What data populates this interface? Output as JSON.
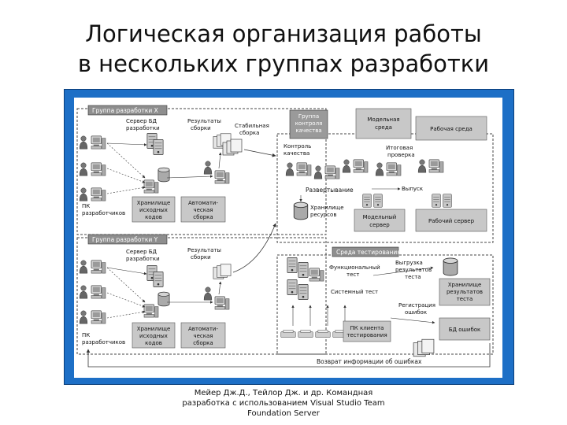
{
  "slide": {
    "title_line1": "Логическая организация работы",
    "title_line2": "в нескольких группах разработки",
    "citation_line1": "Мейер Дж.Д., Тейлор Дж. и др. Командная",
    "citation_line2": "разработка с использованием Visual Studio Team",
    "citation_line3": "Foundation Server"
  },
  "diagram": {
    "group_x": {
      "header": "Группа разработки X",
      "db_server_line1": "Сервер БД",
      "db_server_line2": "разработки",
      "build_results_line1": "Результаты",
      "build_results_line2": "сборки",
      "stable_build_line1": "Стабильная",
      "stable_build_line2": "сборка",
      "source_store_line1": "Хранилище",
      "source_store_line2": "исходных",
      "source_store_line3": "кодов",
      "auto_build_line1": "Автомати-",
      "auto_build_line2": "ческая",
      "auto_build_line3": "сборка",
      "dev_pcs_line1": "ПК",
      "dev_pcs_line2": "разработчиков"
    },
    "group_y": {
      "header": "Группа разработки Y",
      "db_server_line1": "Сервер БД",
      "db_server_line2": "разработки",
      "build_results_line1": "Результаты",
      "build_results_line2": "сборки",
      "source_store_line1": "Хранилище",
      "source_store_line2": "исходных",
      "source_store_line3": "кодов",
      "auto_build_line1": "Автомати-",
      "auto_build_line2": "ческая",
      "auto_build_line3": "сборка",
      "dev_pcs_line1": "ПК",
      "dev_pcs_line2": "разработчиков"
    },
    "qa_group": {
      "header_line1": "Группа",
      "header_line2": "контроля",
      "header_line3": "качества",
      "quality_control_line1": "Контроль",
      "quality_control_line2": "качества",
      "deploy": "Развертывание",
      "resource_store_line1": "Хранилище",
      "resource_store_line2": "ресурсов"
    },
    "env": {
      "model_env_line1": "Модельная",
      "model_env_line2": "среда",
      "work_env": "Рабочая среда",
      "final_check_line1": "Итоговая",
      "final_check_line2": "проверка",
      "release": "Выпуск",
      "model_server_line1": "Модельный",
      "model_server_line2": "сервер",
      "work_server": "Рабочий сервер"
    },
    "test_env": {
      "header": "Среда тестирования",
      "functional_test_line1": "Функциональный",
      "functional_test_line2": "тест",
      "system_test": "Системный тест",
      "upload_results_line1": "Выгрузка",
      "upload_results_line2": "результатов",
      "upload_results_line3": "теста",
      "results_store_line1": "Хранилище",
      "results_store_line2": "результатов",
      "results_store_line3": "теста",
      "bug_register_line1": "Регистрация",
      "bug_register_line2": "ошибок",
      "bug_db": "БД ошибок",
      "test_client_line1": "ПК клиента",
      "test_client_line2": "тестирования",
      "bug_return": "Возврат информации об ошибках"
    }
  }
}
